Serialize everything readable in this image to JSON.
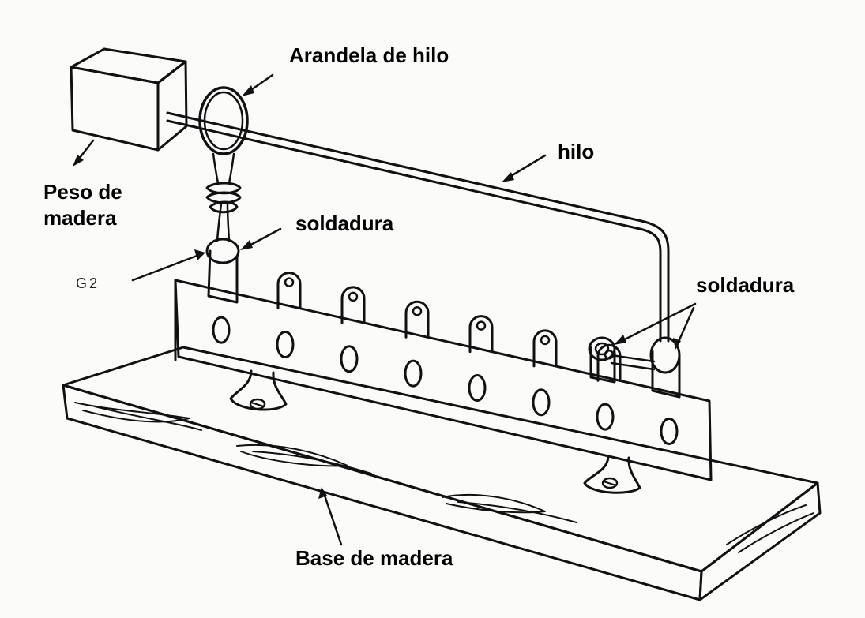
{
  "labels": {
    "arandela": "Arandela de hilo",
    "hilo": "hilo",
    "peso_line1": "Peso de",
    "peso_line2": "madera",
    "soldadura_left": "soldadura",
    "soldadura_right": "soldadura",
    "g2": "G2",
    "base": "Base de madera"
  },
  "strip": {
    "tab_count": 6,
    "hole_count": 8
  }
}
